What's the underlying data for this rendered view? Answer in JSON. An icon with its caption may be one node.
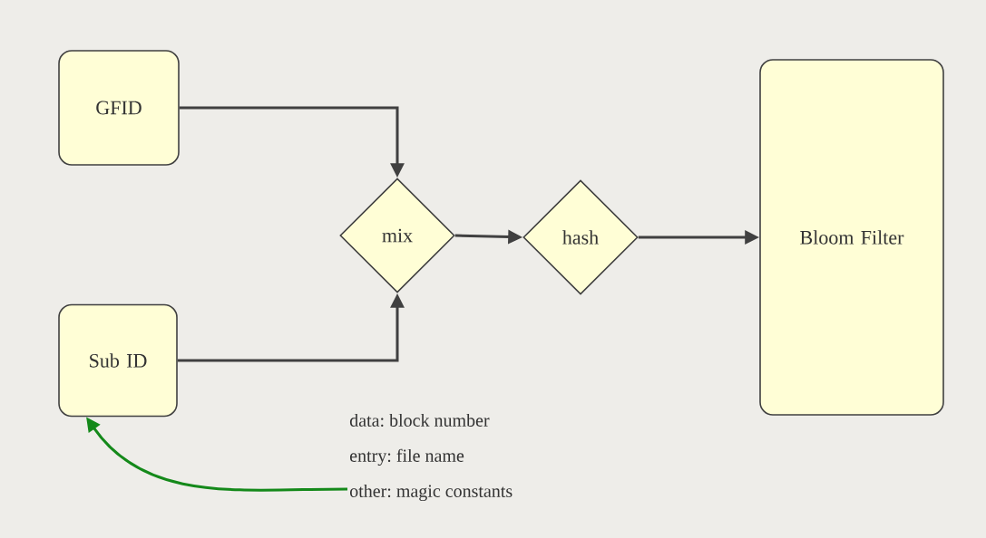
{
  "diagram": {
    "nodes": [
      {
        "text": [
          "GFID"
        ]
      },
      {
        "text": [
          "Sub ID"
        ]
      },
      {
        "text": [
          "mix"
        ]
      },
      {
        "text": [
          "hash"
        ]
      },
      {
        "text": [
          "Bloom Filter"
        ]
      },
      {
        "text": [
          "data: block number",
          "entry: file name",
          "other: magic constants"
        ]
      }
    ],
    "edges": [
      {
        "from": 0,
        "to": 2,
        "arrow": "to"
      },
      {
        "from": 1,
        "to": 2,
        "arrow": "to"
      },
      {
        "from": 2,
        "to": 3,
        "arrow": "to"
      },
      {
        "from": 3,
        "to": 4,
        "arrow": "to"
      },
      {
        "from": 5,
        "to": 1,
        "arrow": "to",
        "color": "#14891a"
      }
    ]
  }
}
